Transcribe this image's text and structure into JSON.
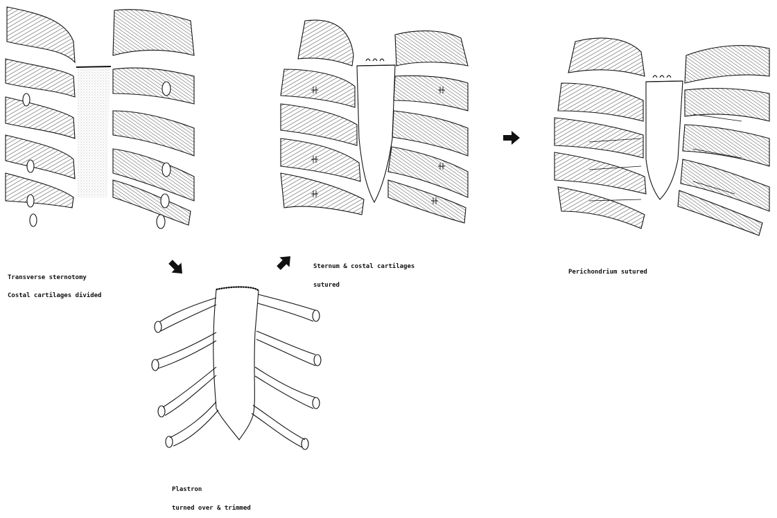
{
  "labels": {
    "transverse_sternotomy": "Transverse sternotomy",
    "costal_cartilages_divided": "Costal cartilages divided",
    "sternum_sutured_line1": "Sternum & costal cartilages",
    "sternum_sutured_line2": "sutured",
    "perichondrium_sutured": "Perichondrium sutured",
    "plastron_line1": "Plastron",
    "plastron_line2": "turned over & trimmed"
  },
  "arrows": [
    {
      "name": "arrow-down-right",
      "direction": "down-right"
    },
    {
      "name": "arrow-up-right",
      "direction": "up-right"
    },
    {
      "name": "arrow-right",
      "direction": "right"
    }
  ]
}
